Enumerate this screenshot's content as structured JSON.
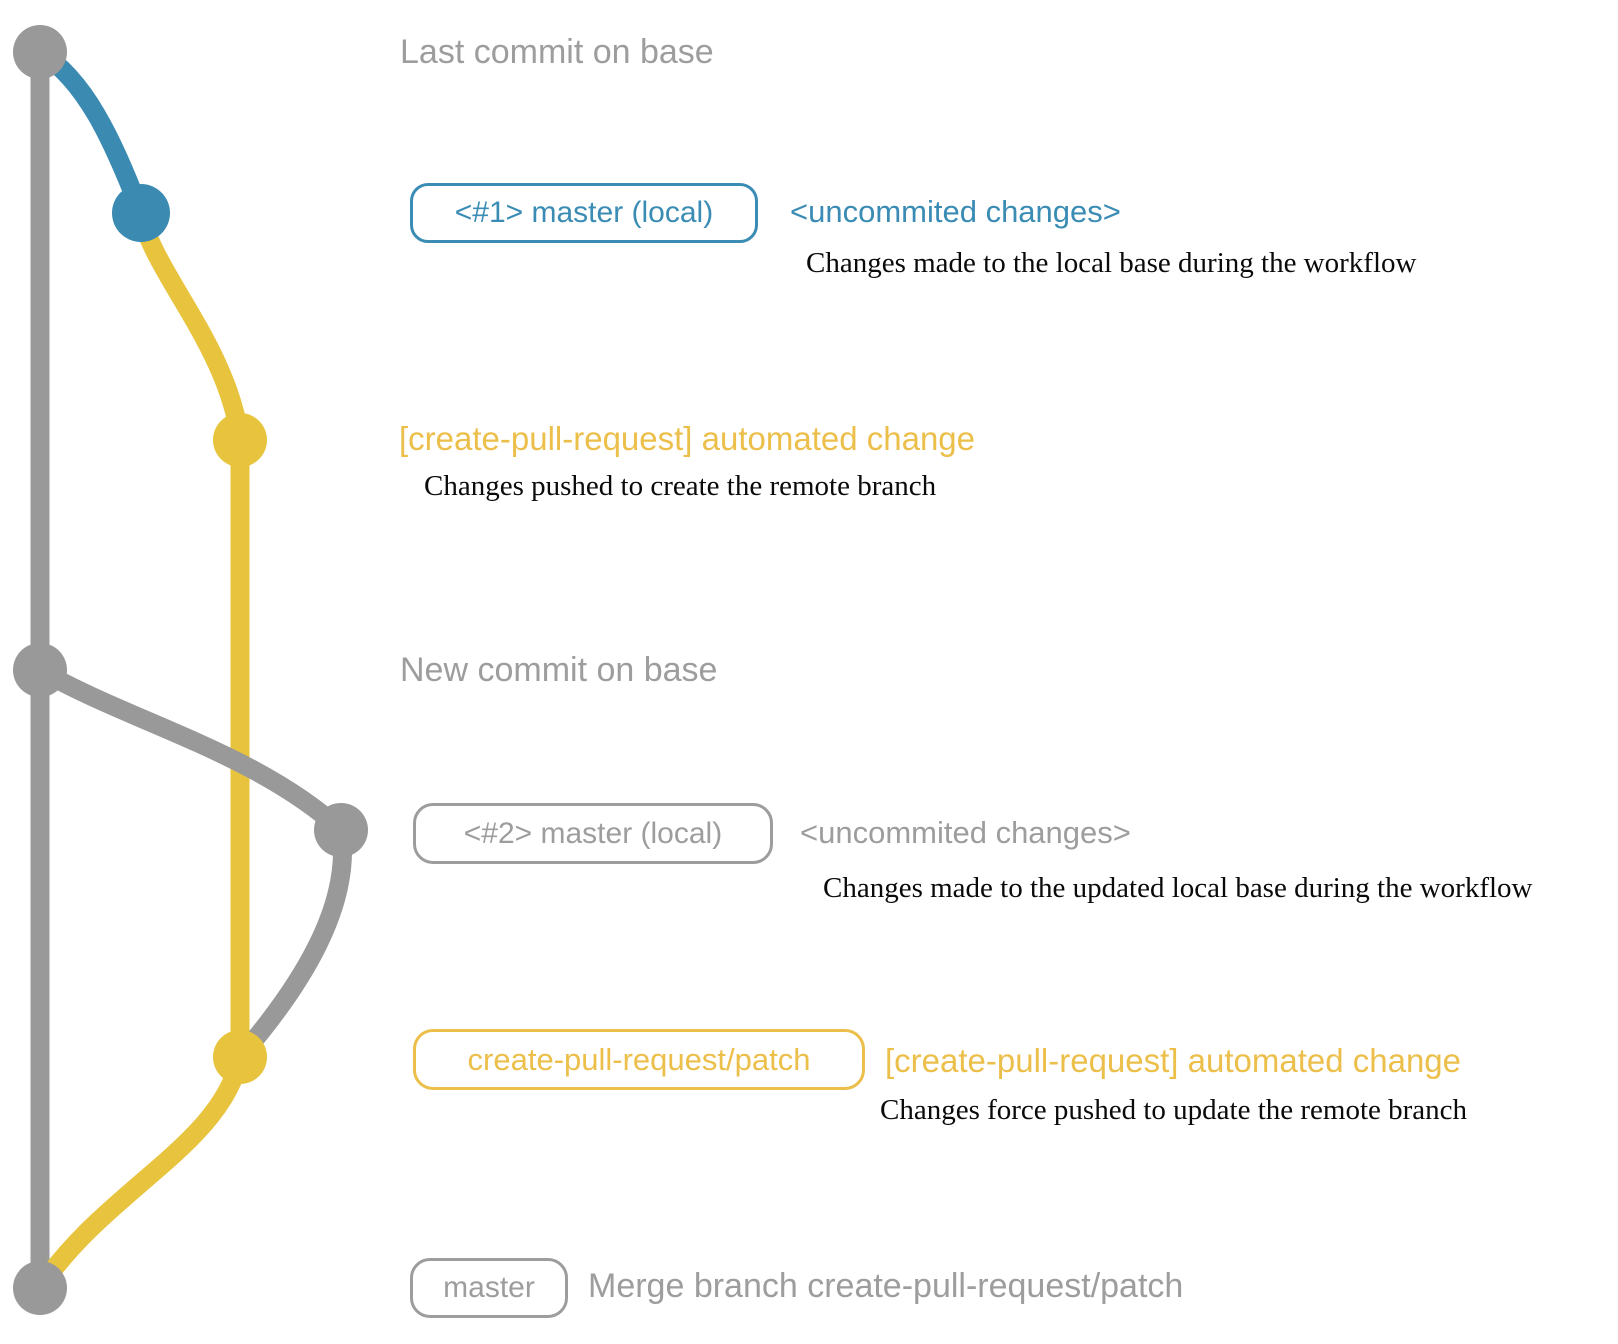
{
  "colors": {
    "gray": "#999999",
    "blue": "#3a8ab2",
    "yellow": "#e8c33e",
    "gray_text": "#9d9d9d",
    "blue_text": "#3a8cb4",
    "yellow_text": "#ecbf4a",
    "serif_text": "#0a0a0a"
  },
  "rows": {
    "last_commit": {
      "label": "Last commit on base"
    },
    "local1": {
      "box_label": "<#1> master (local)",
      "side_label": "<uncommited changes>",
      "desc": "Changes made to the local base during the workflow"
    },
    "remote1": {
      "heading": "[create-pull-request] automated change",
      "desc": "Changes pushed to create the remote branch"
    },
    "new_commit": {
      "label": "New commit on base"
    },
    "local2": {
      "box_label": "<#2> master (local)",
      "side_label": "<uncommited changes>",
      "desc": "Changes made to the updated local base during the workflow"
    },
    "remote2": {
      "box_label": "create-pull-request/patch",
      "heading": "[create-pull-request] automated change",
      "desc": "Changes force pushed to update the remote branch"
    },
    "merge": {
      "box_label": "master",
      "side_label": "Merge branch create-pull-request/patch"
    }
  },
  "diagram": {
    "nodes": [
      {
        "id": "last-commit-on-base",
        "branch": "base",
        "color": "gray"
      },
      {
        "id": "local-commit-1",
        "branch": "master-local",
        "color": "blue"
      },
      {
        "id": "remote-commit-1",
        "branch": "create-pull-request/patch",
        "color": "yellow"
      },
      {
        "id": "new-commit-on-base",
        "branch": "base",
        "color": "gray"
      },
      {
        "id": "local-commit-2",
        "branch": "master-local",
        "color": "gray"
      },
      {
        "id": "remote-commit-2",
        "branch": "create-pull-request/patch",
        "color": "yellow"
      },
      {
        "id": "merge-commit",
        "branch": "base",
        "color": "gray"
      }
    ],
    "edges": [
      {
        "from": "last-commit-on-base",
        "to": "merge-commit",
        "color": "gray"
      },
      {
        "from": "last-commit-on-base",
        "to": "local-commit-1",
        "color": "blue"
      },
      {
        "from": "local-commit-1",
        "to": "remote-commit-1",
        "color": "yellow"
      },
      {
        "from": "remote-commit-1",
        "to": "remote-commit-2",
        "color": "yellow"
      },
      {
        "from": "new-commit-on-base",
        "to": "local-commit-2",
        "color": "gray"
      },
      {
        "from": "local-commit-2",
        "to": "remote-commit-2",
        "color": "gray"
      },
      {
        "from": "remote-commit-2",
        "to": "merge-commit",
        "color": "yellow"
      }
    ]
  }
}
